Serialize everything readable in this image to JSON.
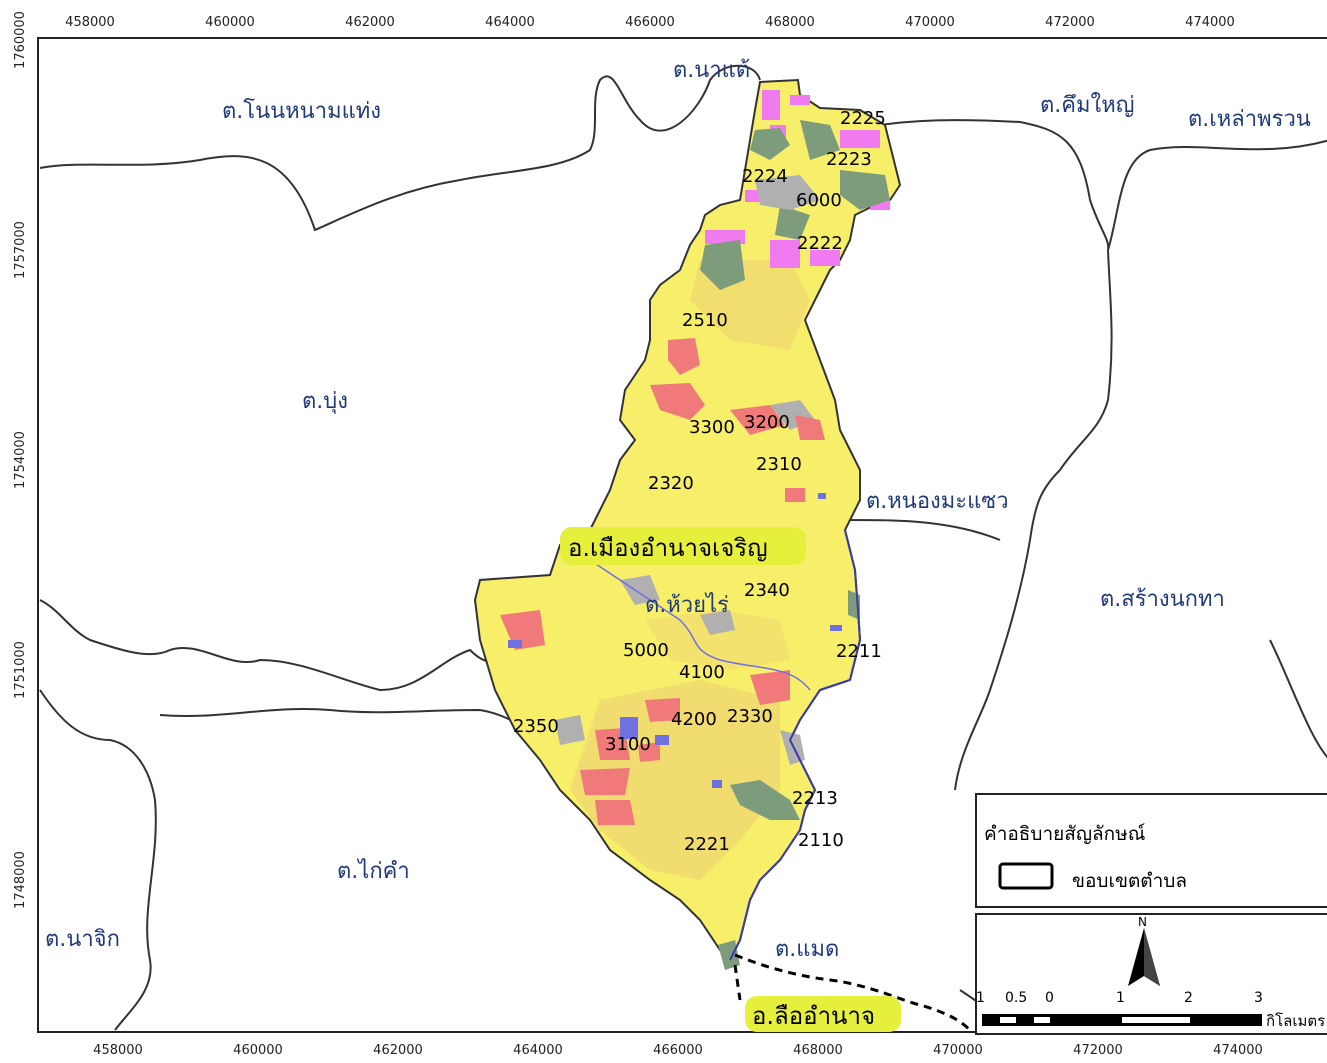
{
  "grid": {
    "x_ticks": [
      "458000",
      "460000",
      "462000",
      "464000",
      "466000",
      "468000",
      "470000",
      "472000",
      "474000"
    ],
    "y_ticks": [
      "1760000",
      "1757000",
      "1754000",
      "1751000",
      "1748000"
    ]
  },
  "tambon_labels": {
    "nonnamtaeng": "ต.โนนหนามแท่ง",
    "natae": "ต.นาแต้",
    "khuemyai": "ต.คึมใหญ่",
    "laophruan": "ต.เหล่าพรวน",
    "bung": "ต.บุ่ง",
    "nongmasaeo": "ต.หนองมะแซว",
    "sangnokta": "ต.สร้างนกทา",
    "huayrai": "ต.ห้วยไร่",
    "kaikham": "ต.ไก่คำ",
    "najik": "ต.นาจิก",
    "maet": "ต.แมด"
  },
  "district_labels": {
    "mueang": "อ.เมืองอำนาจเจริญ",
    "lue": "อ.ลืออำนาจ"
  },
  "zone_labels": {
    "z2225": "2225",
    "z2223": "2223",
    "z2224": "2224",
    "z6000": "6000",
    "z2222": "2222",
    "z2510": "2510",
    "z3300": "3300",
    "z3200": "3200",
    "z2310": "2310",
    "z2320": "2320",
    "z2340": "2340",
    "z5000": "5000",
    "z2211": "2211",
    "z4100": "4100",
    "z4200": "4200",
    "z2330": "2330",
    "z2350": "2350",
    "z3100": "3100",
    "z2213": "2213",
    "z2110": "2110",
    "z2221": "2221"
  },
  "legend": {
    "title": "คำอธิบายสัญลักษณ์",
    "item": "ขอบเขตตำบล"
  },
  "scalebar": {
    "labels": [
      "1",
      "0.5",
      "0",
      "1",
      "2",
      "3"
    ],
    "unit": "กิโลเมตร",
    "north": "N"
  },
  "colors": {
    "study_area": "#f7ef6a",
    "urban": "#f07a7a",
    "paddy": "#f0d870",
    "forest": "#7d9c7c",
    "water": "#7070e0",
    "orchard": "#f07af0",
    "misc": "#b0b0b0",
    "boundary": "#333333",
    "label_blue": "#1f3a78",
    "highlight": "#e6f03c"
  }
}
